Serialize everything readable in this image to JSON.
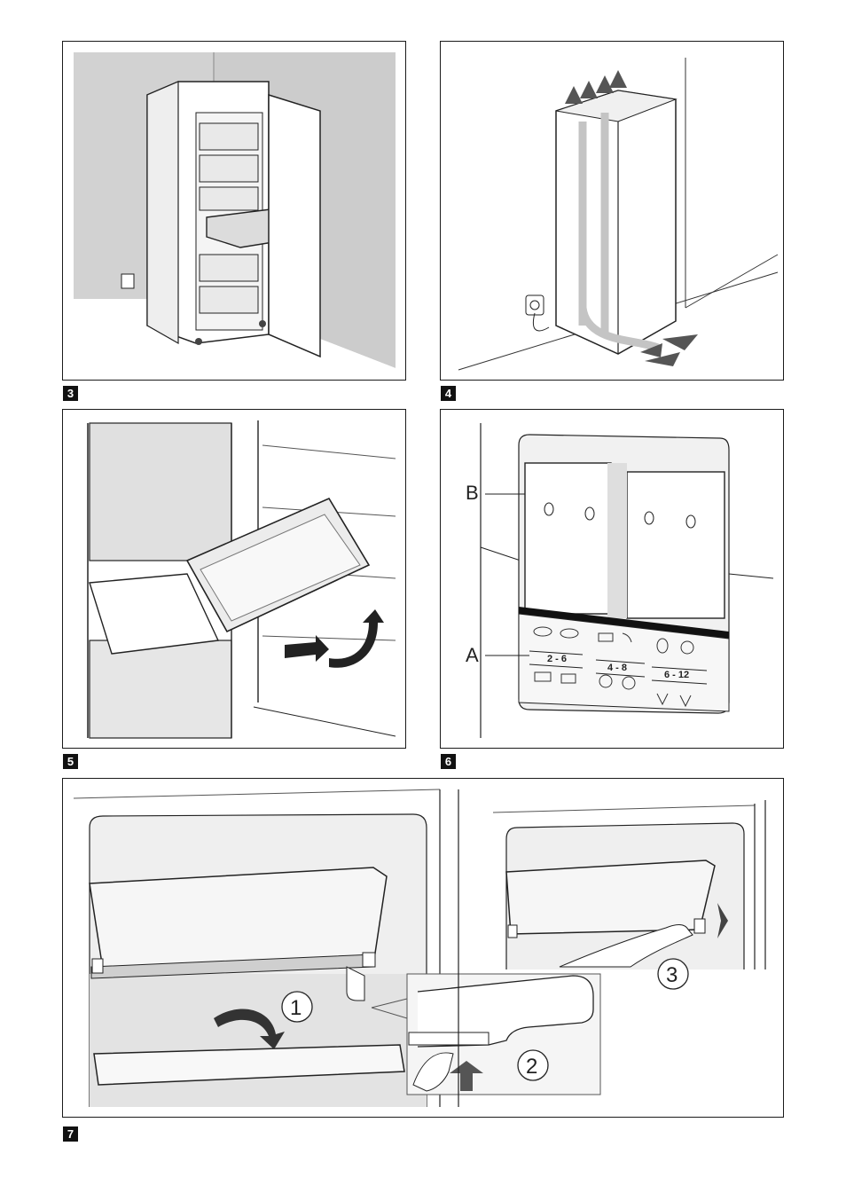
{
  "figures": [
    {
      "number": "3"
    },
    {
      "number": "4"
    },
    {
      "number": "5"
    },
    {
      "number": "6",
      "callouts": {
        "a": "A",
        "b": "B"
      },
      "guide": {
        "col1": "2 - 6",
        "col2": "4 - 8",
        "col3": "6 - 12"
      }
    },
    {
      "number": "7",
      "steps": [
        "1",
        "2",
        "3"
      ]
    }
  ],
  "colors": {
    "line": "#1a1a1a",
    "wall": "#cfcfcf",
    "shade": "#e6e6e6",
    "arrow": "#333333"
  }
}
